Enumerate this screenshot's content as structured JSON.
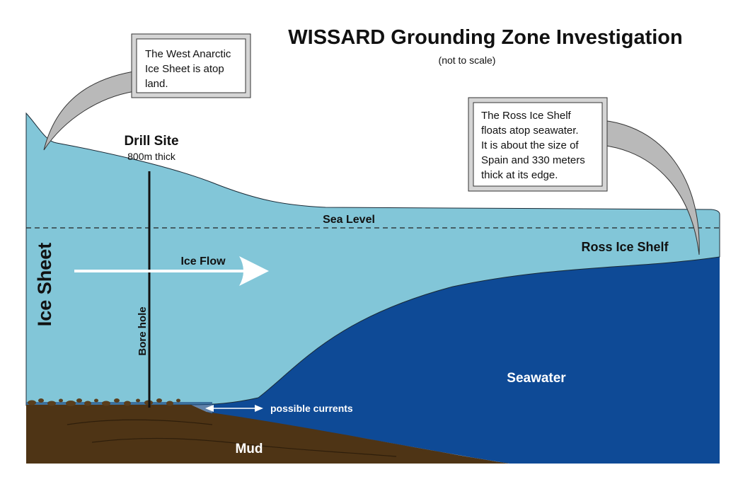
{
  "title": "WISSARD Grounding Zone Investigation",
  "subtitle": "(not to scale)",
  "callouts": {
    "ice_sheet": [
      "The West Anarctic",
      "Ice Sheet is atop",
      "land."
    ],
    "ross_shelf": [
      "The Ross Ice Shelf",
      "floats atop seawater.",
      "It is about the size of",
      "Spain and 330 meters",
      "thick at its edge."
    ]
  },
  "labels": {
    "drill_site": "Drill Site",
    "drill_thickness": "800m thick",
    "sea_level": "Sea Level",
    "ross_ice_shelf": "Ross Ice Shelf",
    "ice_sheet": "Ice Sheet",
    "ice_flow": "Ice Flow",
    "bore_hole": "Bore hole",
    "seawater": "Seawater",
    "possible_currents": "possible currents",
    "mud": "Mud"
  },
  "colors": {
    "ice": "#82c6d8",
    "seawater": "#0e4a96",
    "mud": "#4e3415",
    "callout_tail": "#b9b9b9"
  }
}
